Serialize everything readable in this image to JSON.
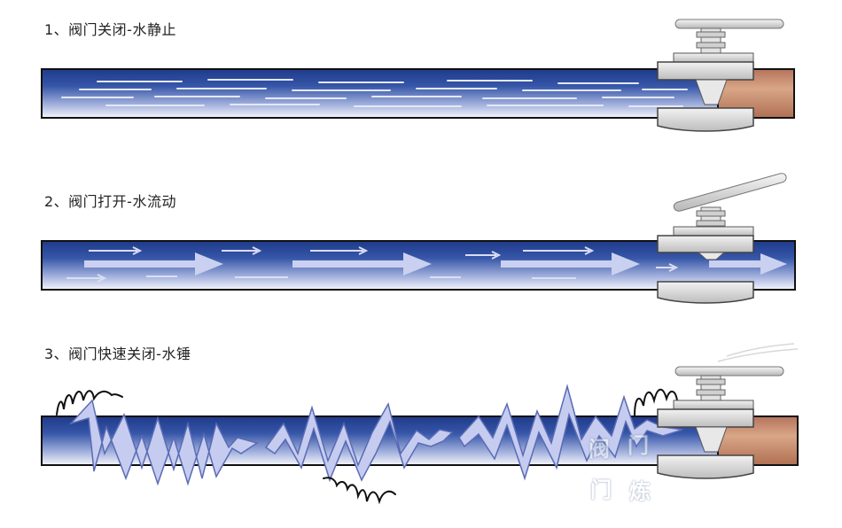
{
  "steps": [
    {
      "label": "1、阀门关闭-水静止"
    },
    {
      "label": "2、阀门打开-水流动"
    },
    {
      "label": "3、阀门快速关闭-水锤"
    }
  ],
  "watermark": {
    "chars": [
      "阀",
      "门",
      "门",
      "炼"
    ]
  },
  "colors": {
    "pipe_dark": "#1f3a8a",
    "pipe_light": "#f2f4fb",
    "arrow": "#c3cbef",
    "valve_gray": "#d5d5d5",
    "copper": "#c98a68"
  }
}
